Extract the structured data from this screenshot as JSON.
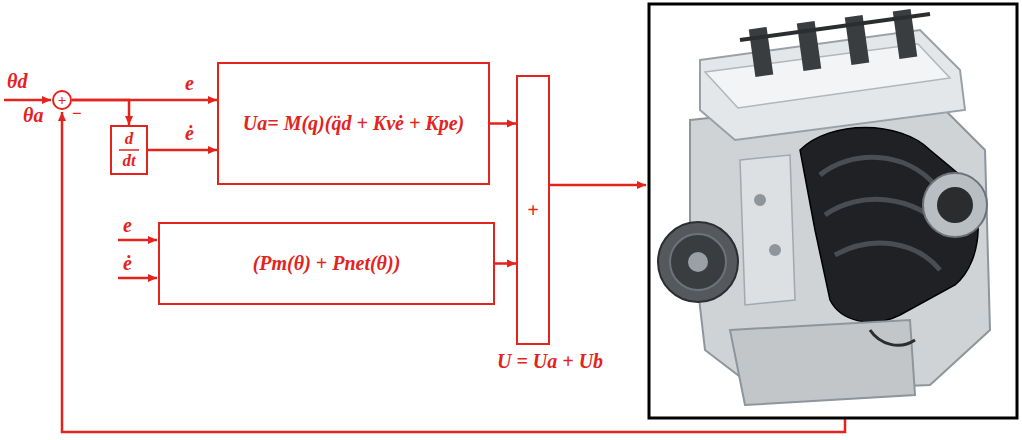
{
  "diagram": {
    "nodes": [
      {
        "text": [
          "+",
          "−"
        ]
      },
      {
        "text": [
          "d dt"
        ]
      },
      {
        "text": [
          "Ua= M(q)(q̈d + Kvė + Kpe)"
        ]
      },
      {
        "text": [
          "(Pm(θ) + Pnet(θ))"
        ]
      },
      {
        "text": [
          "+"
        ]
      }
    ],
    "edges": [
      {
        "from": 0,
        "to": 2,
        "arrow": "to",
        "label": "e"
      },
      {
        "from": 0,
        "to": 1,
        "arrow": "to"
      },
      {
        "from": 1,
        "to": 2,
        "arrow": "to",
        "label": "ė"
      },
      {
        "from": 2,
        "to": 4,
        "arrow": "to"
      },
      {
        "from": 3,
        "to": 4,
        "arrow": "to"
      }
    ],
    "labels": [
      "θd",
      "θa",
      "e",
      "ė",
      "U = Ua + Ub"
    ]
  }
}
